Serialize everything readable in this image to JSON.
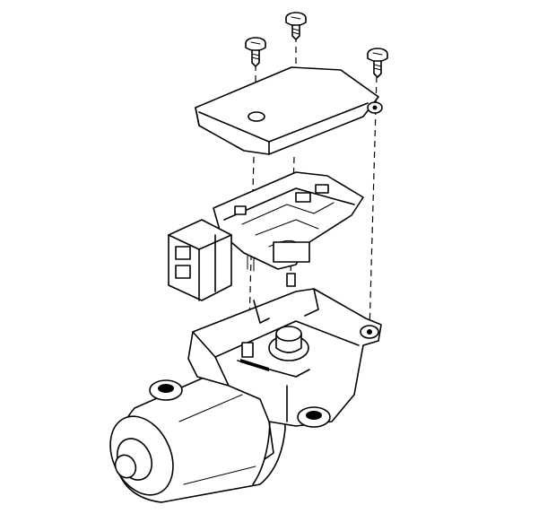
{
  "diagram": {
    "parts": [
      {
        "id": "screw-left",
        "icon": "screw-icon"
      },
      {
        "id": "screw-center",
        "icon": "screw-icon"
      },
      {
        "id": "screw-right",
        "icon": "screw-icon"
      },
      {
        "id": "module-cover",
        "icon": "cover-plate-icon"
      },
      {
        "id": "circuit-board",
        "icon": "circuit-board-icon"
      },
      {
        "id": "connector",
        "icon": "connector-icon"
      },
      {
        "id": "gear-housing",
        "icon": "housing-icon"
      },
      {
        "id": "motor",
        "icon": "motor-icon"
      }
    ],
    "colors": {
      "ink": "#000000",
      "paper": "#ffffff"
    }
  }
}
